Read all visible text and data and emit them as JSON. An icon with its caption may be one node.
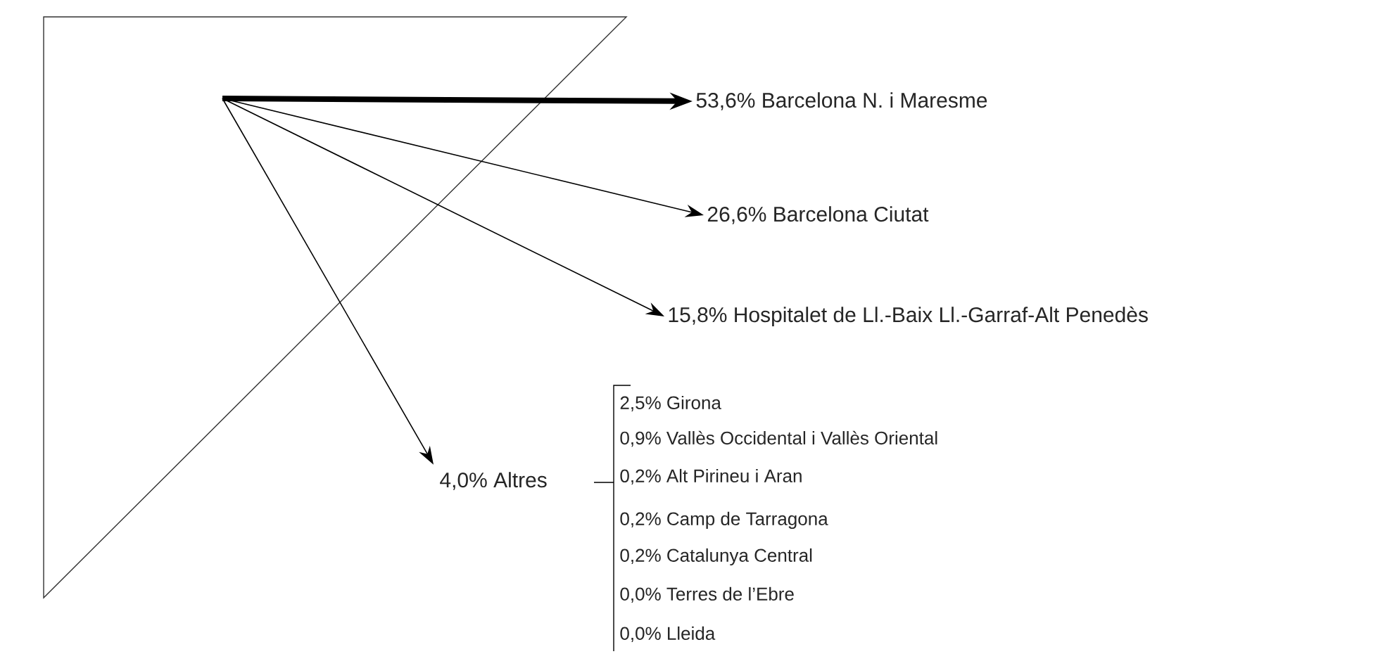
{
  "diagram": {
    "nodes": [
      {
        "text": [
          "53,6% Barcelona N. i Maresme"
        ]
      },
      {
        "text": [
          "26,6% Barcelona Ciutat"
        ]
      },
      {
        "text": [
          "15,8% Hospitalet de Ll.-Baix Ll.-Garraf-Alt Penedès"
        ]
      },
      {
        "text": [
          "4,0% Altres"
        ]
      }
    ],
    "edges": [
      {
        "from": null,
        "to": 0,
        "arrow": "to",
        "style": "thick"
      },
      {
        "from": null,
        "to": 1,
        "arrow": "to"
      },
      {
        "from": null,
        "to": 2,
        "arrow": "to"
      },
      {
        "from": null,
        "to": 3,
        "arrow": "to"
      }
    ],
    "labels": [
      "2,5% Girona",
      "0,9% Vallès Occidental i Vallès Oriental",
      "0,2% Alt Pirineu i Aran",
      "0,2% Camp de Tarragona",
      "0,2% Catalunya Central",
      "0,0% Terres de l’Ebre",
      "0,0% Lleida"
    ]
  }
}
